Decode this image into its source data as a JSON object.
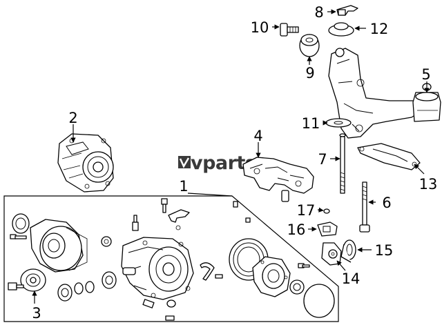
{
  "watermark": {
    "logo_icon": "vparts-logo-icon",
    "text": "vparts"
  },
  "callouts": [
    {
      "id": "callout-1",
      "label": "1"
    },
    {
      "id": "callout-2",
      "label": "2"
    },
    {
      "id": "callout-3",
      "label": "3"
    },
    {
      "id": "callout-4",
      "label": "4"
    },
    {
      "id": "callout-5",
      "label": "5"
    },
    {
      "id": "callout-6",
      "label": "6"
    },
    {
      "id": "callout-7",
      "label": "7"
    },
    {
      "id": "callout-8",
      "label": "8"
    },
    {
      "id": "callout-9",
      "label": "9"
    },
    {
      "id": "callout-10",
      "label": "10"
    },
    {
      "id": "callout-11",
      "label": "11"
    },
    {
      "id": "callout-12",
      "label": "12"
    },
    {
      "id": "callout-13",
      "label": "13"
    },
    {
      "id": "callout-14",
      "label": "14"
    },
    {
      "id": "callout-15",
      "label": "15"
    },
    {
      "id": "callout-16",
      "label": "16"
    },
    {
      "id": "callout-17",
      "label": "17"
    }
  ]
}
